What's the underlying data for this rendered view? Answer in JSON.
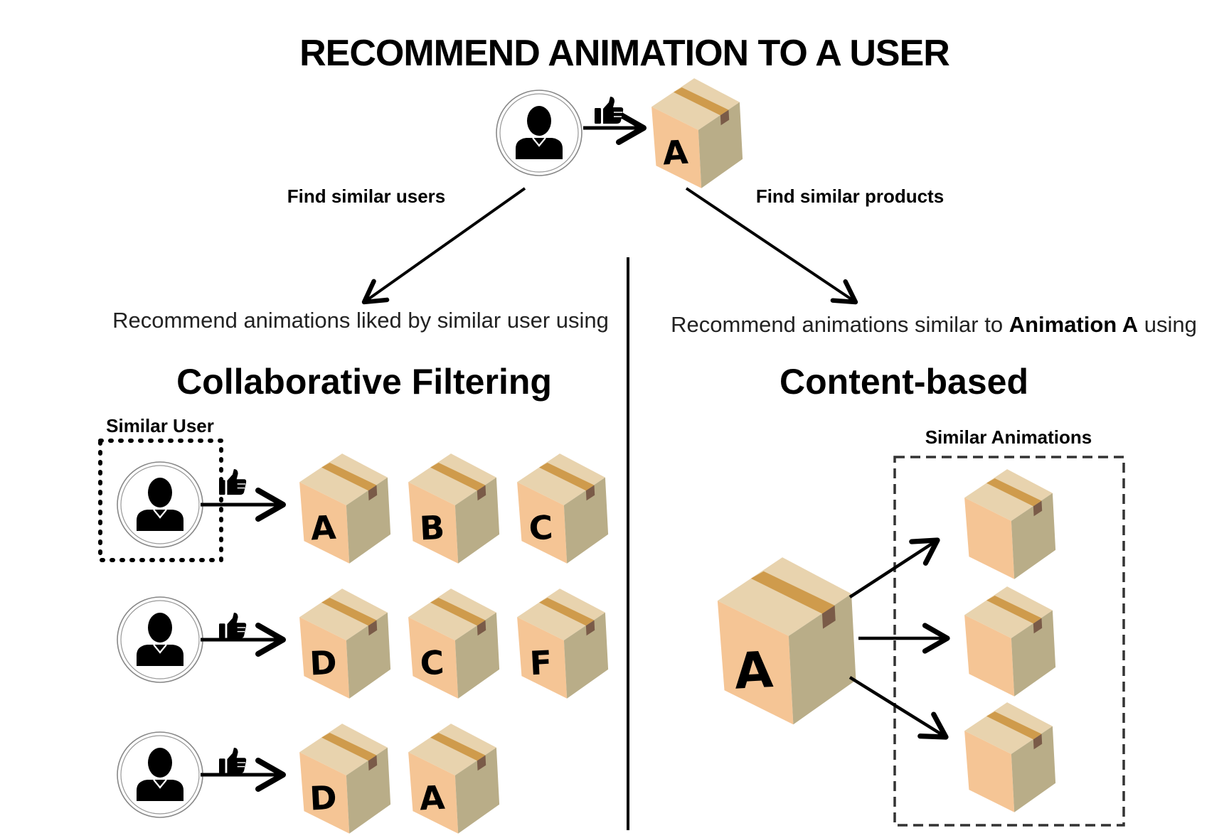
{
  "title": "RECOMMEND ANIMATION TO A USER",
  "top": {
    "liked_item": "A",
    "find_similar_users": "Find similar users",
    "find_similar_products": "Find similar products"
  },
  "left": {
    "recommend_text": "Recommend animations liked by similar user using",
    "heading": "Collaborative Filtering",
    "similar_user_label": "Similar User",
    "rows": [
      [
        "A",
        "B",
        "C"
      ],
      [
        "D",
        "C",
        "F"
      ],
      [
        "D",
        "A"
      ]
    ]
  },
  "right": {
    "recommend_prefix": "Recommend animations similar to ",
    "recommend_bold": "Animation A",
    "recommend_suffix": " using",
    "heading": "Content-based",
    "similar_animations_label": "Similar Animations",
    "source_item": "A"
  },
  "colors": {
    "box_top": "#E8D3AE",
    "box_left": "#F5C595",
    "box_right": "#B9AD88",
    "tape": "#CF9B4C",
    "tape_tab": "#7A5B48",
    "icon": "#000000"
  }
}
